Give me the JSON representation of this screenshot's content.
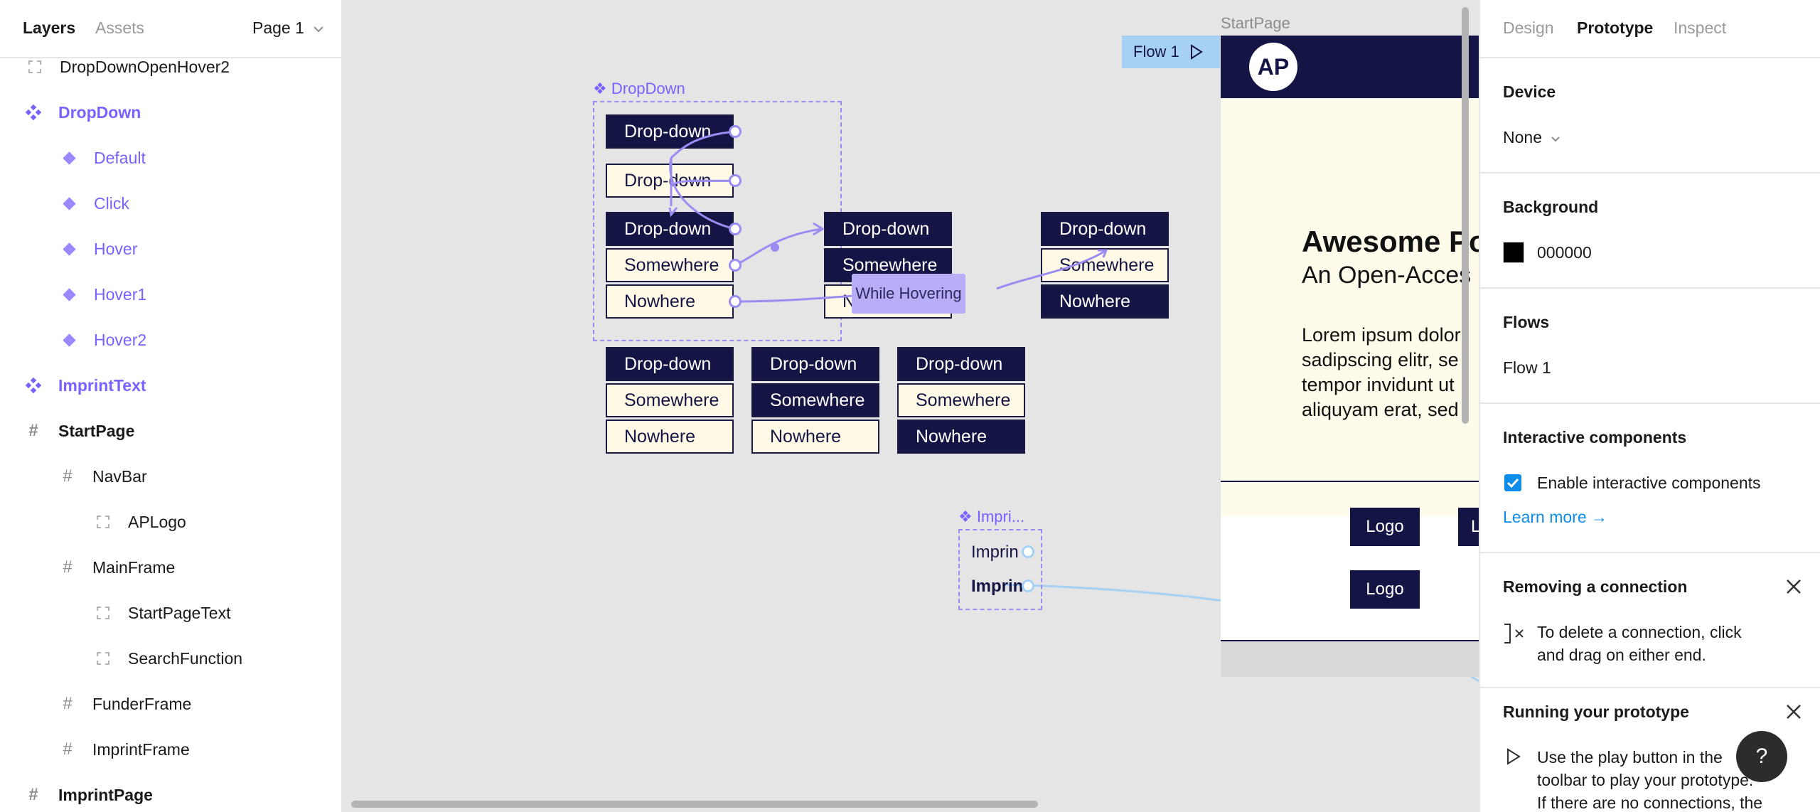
{
  "left_panel": {
    "tabs": [
      "Layers",
      "Assets"
    ],
    "page_selector": "Page 1",
    "layers": [
      {
        "label": "DropDownOpenHover2",
        "icon": "dotted-frame-icon"
      },
      {
        "label": "DropDown",
        "icon": "component-icon"
      },
      {
        "label": "Default",
        "icon": "variant-icon"
      },
      {
        "label": "Click",
        "icon": "variant-icon"
      },
      {
        "label": "Hover",
        "icon": "variant-icon"
      },
      {
        "label": "Hover1",
        "icon": "variant-icon"
      },
      {
        "label": "Hover2",
        "icon": "variant-icon"
      },
      {
        "label": "ImprintText",
        "icon": "component-icon"
      },
      {
        "label": "StartPage",
        "icon": "frame-icon"
      },
      {
        "label": "NavBar",
        "icon": "frame-icon"
      },
      {
        "label": "APLogo",
        "icon": "dotted-frame-icon"
      },
      {
        "label": "MainFrame",
        "icon": "frame-icon"
      },
      {
        "label": "StartPageText",
        "icon": "dotted-frame-icon"
      },
      {
        "label": "SearchFunction",
        "icon": "dotted-frame-icon"
      },
      {
        "label": "FunderFrame",
        "icon": "frame-icon"
      },
      {
        "label": "ImprintFrame",
        "icon": "frame-icon"
      },
      {
        "label": "ImprintPage",
        "icon": "frame-icon"
      }
    ]
  },
  "canvas": {
    "dropdown_component_label": "DropDown",
    "imprint_component_label": "Impri...",
    "startpage_label": "StartPage",
    "flow_badge": "Flow 1",
    "while_hovering": "While Hovering",
    "dd": {
      "dropdown": "Drop-down",
      "somewhere": "Somewhere",
      "nowhere": "Nowhere",
      "nowhere_cut": "N"
    },
    "imprint_text": "Imprin",
    "startpage": {
      "logo": "AP",
      "headline": "Awesome Po",
      "subhead": "An Open-Acces",
      "body_lines": [
        "Lorem ipsum dolor",
        "sadipscing elitr, se",
        "tempor invidunt ut",
        "aliquyam erat, sed"
      ],
      "logo_button": "Logo",
      "logo_button_cut": "L"
    },
    "colors": {
      "accent": "#7b61ff",
      "navy": "#151545",
      "cream": "#fff9e6",
      "connection": "#9b8cf2",
      "flow_link": "#a7d0f5"
    }
  },
  "right_panel": {
    "tabs": [
      "Design",
      "Prototype",
      "Inspect"
    ],
    "device_title": "Device",
    "device_value": "None",
    "background_title": "Background",
    "background_hex": "000000",
    "flows_title": "Flows",
    "flow_item": "Flow 1",
    "interactive_title": "Interactive components",
    "enable_label": "Enable interactive components",
    "learn_more": "Learn more →",
    "removing_title": "Removing a connection",
    "removing_text_1": "To delete a connection, click",
    "removing_text_2": "and drag on either end.",
    "running_title": "Running your prototype",
    "running_text_1": "Use the play button in the",
    "running_text_2": "toolbar to play your prototype.",
    "running_text_3": "If there are no connections, the",
    "help_button": "?"
  }
}
